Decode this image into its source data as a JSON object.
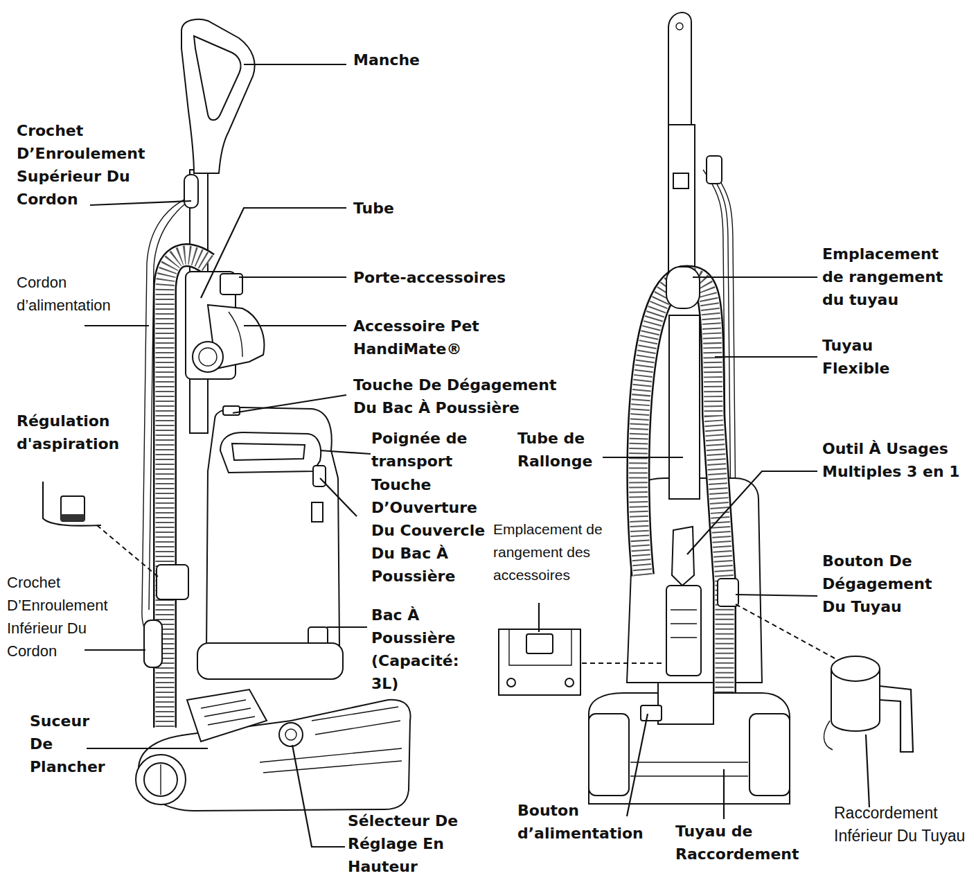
{
  "diagram": {
    "labels": [
      "Manche",
      "Crochet D’Enroulement Supérieur Du Cordon",
      "Tube",
      "Porte-accessoires",
      "Cordon d’alimentation",
      "Accessoire Pet HandiMate®",
      "Touche De Dégagement Du Bac À Poussière",
      "Régulation d'aspiration",
      "Poignée de transport",
      "Touche D’Ouverture Du Couvercle Du Bac À Poussière",
      "Crochet D’Enroulement Inférieur Du Cordon",
      "Bac À Poussière (Capacité: 3L)",
      "Suceur De Plancher",
      "Sélecteur De Réglage En Hauteur",
      "Emplacement de rangement du tuyau",
      "Tuyau Flexible",
      "Tube de Rallonge",
      "Outil À Usages Multiples 3 en 1",
      "Emplacement de rangement des accessoires",
      "Bouton De Dégagement Du Tuyau",
      "Bouton d’alimentation",
      "Tuyau de Raccordement",
      "Raccordement Inférieur Du Tuyau"
    ]
  }
}
